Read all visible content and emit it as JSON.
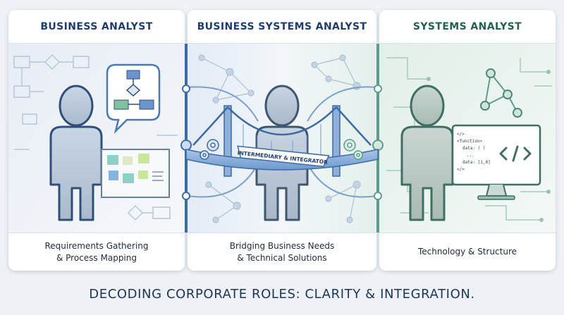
{
  "panels": [
    {
      "title": "BUSINESS ANALYST",
      "caption_line1": "Requirements Gathering",
      "caption_line2": "& Process Mapping"
    },
    {
      "title": "BUSINESS SYSTEMS ANALYST",
      "caption_line1": "Bridging Business Needs",
      "caption_line2": "& Technical Solutions",
      "bridge_banner": "INTERMEDIARY & INTEGRATOR"
    },
    {
      "title": "SYSTEMS ANALYST",
      "caption_line1": "Technology & Structure",
      "code_lines": [
        "</>",
        "<function>",
        "data: ( )",
        "...",
        "data: [1,0]",
        "</>"
      ]
    }
  ],
  "page_title": "DECODING CORPORATE ROLES: CLARITY & INTEGRATION.",
  "colors": {
    "business_blue": "#3f6aa0",
    "systems_green": "#5f9c8b",
    "bridge_blue": "#6d9ad0",
    "background": "#eef1f5"
  }
}
